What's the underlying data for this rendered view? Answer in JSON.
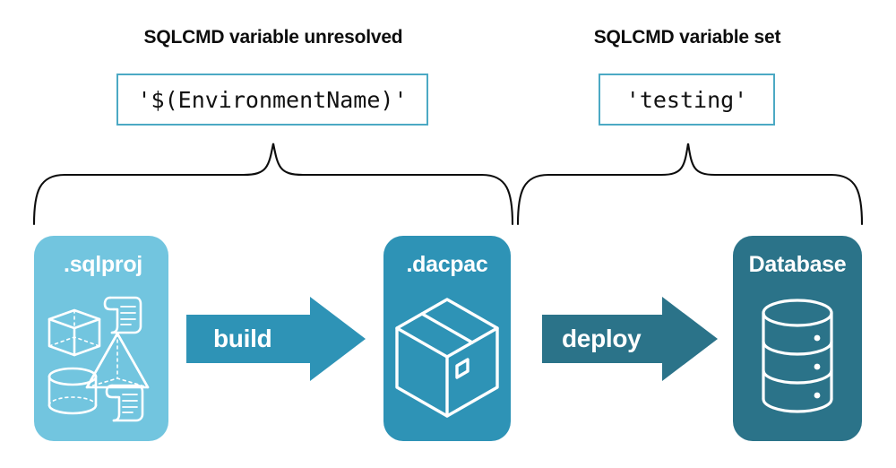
{
  "diagram": {
    "title_hidden": "",
    "headings": [
      {
        "id": "left",
        "text": "SQLCMD variable unresolved"
      },
      {
        "id": "right",
        "text": "SQLCMD variable set"
      }
    ],
    "code_values": [
      {
        "id": "left",
        "text": "'$(EnvironmentName)'"
      },
      {
        "id": "right",
        "text": "'testing'"
      }
    ],
    "stages": [
      {
        "id": "sqlproj",
        "label": ".sqlproj",
        "color": "#72C5DF",
        "icons": [
          "cube-icon",
          "scroll-icon",
          "pyramid-icon",
          "cylinder-icon",
          "scroll-icon"
        ]
      },
      {
        "id": "dacpac",
        "label": ".dacpac",
        "color": "#2E93B6",
        "icons": [
          "package-box-icon"
        ]
      },
      {
        "id": "database",
        "label": "Database",
        "color": "#2B7389",
        "icons": [
          "database-cylinder-icon"
        ]
      }
    ],
    "arrows": [
      {
        "id": "build",
        "label": "build",
        "color": "#2E93B6"
      },
      {
        "id": "deploy",
        "label": "deploy",
        "color": "#2B7389"
      }
    ],
    "braces": [
      {
        "id": "left",
        "spans": "sqlproj-through-dacpac"
      },
      {
        "id": "right",
        "spans": "dacpac-through-database"
      }
    ],
    "colors": {
      "light_blue": "#72C5DF",
      "medium_blue": "#2E93B6",
      "dark_teal": "#2B7389",
      "code_border": "#4CA9C4",
      "text_dark": "#0D0D0D",
      "background": "#FFFFFF",
      "brace_stroke": "#000000"
    }
  }
}
